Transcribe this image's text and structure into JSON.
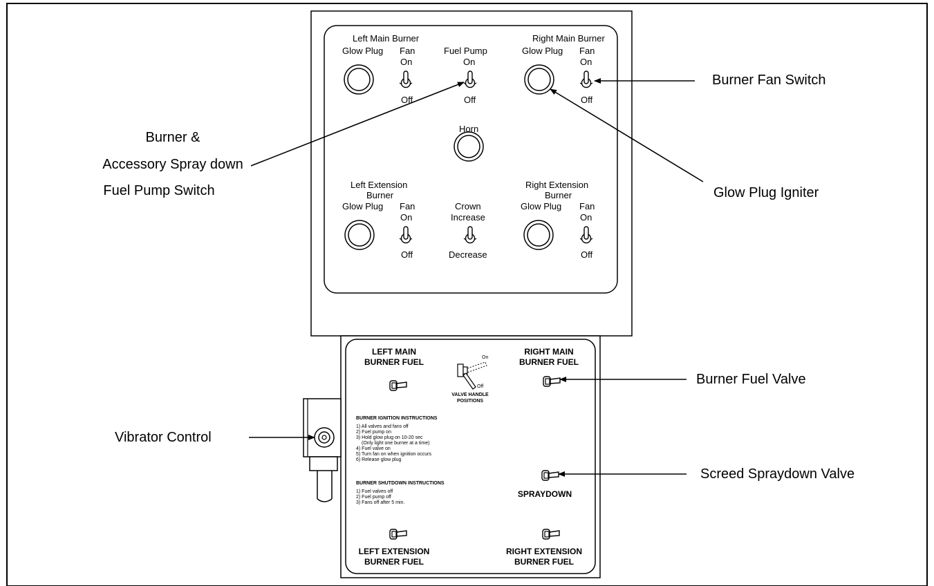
{
  "upper_panel": {
    "left_main": {
      "title": "Left Main Burner",
      "glow_plug": "Glow Plug",
      "fan": "Fan",
      "on": "On",
      "off": "Off"
    },
    "fuel_pump": {
      "title": "Fuel Pump",
      "on": "On",
      "off": "Off"
    },
    "right_main": {
      "title": "Right Main Burner",
      "glow_plug": "Glow Plug",
      "fan": "Fan",
      "on": "On",
      "off": "Off"
    },
    "horn": {
      "label": "Horn"
    },
    "left_ext": {
      "title_line1": "Left Extension",
      "title_line2": "Burner",
      "glow_plug": "Glow Plug",
      "fan": "Fan",
      "on": "On",
      "off": "Off"
    },
    "crown": {
      "title": "Crown",
      "increase": "Increase",
      "decrease": "Decrease"
    },
    "right_ext": {
      "title_line1": "Right Extension",
      "title_line2": "Burner",
      "glow_plug": "Glow Plug",
      "fan": "Fan",
      "on": "On",
      "off": "Off"
    }
  },
  "lower_panel": {
    "left_main_fuel": {
      "line1": "LEFT MAIN",
      "line2": "BURNER FUEL"
    },
    "right_main_fuel": {
      "line1": "RIGHT MAIN",
      "line2": "BURNER FUEL"
    },
    "valve_legend": {
      "on": "On",
      "off": "Off",
      "line1": "VALVE HANDLE",
      "line2": "POSITIONS"
    },
    "ignition": {
      "title": "BURNER IGNITION INSTRUCTIONS",
      "steps": [
        "1) All valves and fans off",
        "2) Fuel pump on",
        "3) Hold glow plug on 10-20 sec",
        "(Only light one burner at a time)",
        "4) Fuel valve on",
        "5) Turn fan on when ignition occurs",
        "6) Release glow plug"
      ]
    },
    "shutdown": {
      "title": "BURNER SHUTDOWN INSTRUCTIONS",
      "steps": [
        "1) Fuel valves off",
        "2) Fuel pump off",
        "3) Fans off after 5 min."
      ]
    },
    "spraydown": {
      "label": "SPRAYDOWN"
    },
    "left_ext_fuel": {
      "line1": "LEFT EXTENSION",
      "line2": "BURNER FUEL"
    },
    "right_ext_fuel": {
      "line1": "RIGHT EXTENSION",
      "line2": "BURNER FUEL"
    }
  },
  "callouts": {
    "burner_fan_switch": "Burner Fan Switch",
    "fuel_pump_switch": [
      "Burner &",
      "Accessory Spray down",
      "Fuel Pump Switch"
    ],
    "glow_plug_igniter": "Glow Plug Igniter",
    "burner_fuel_valve": "Burner Fuel Valve",
    "vibrator_control": "Vibrator Control",
    "screed_spraydown_valve": "Screed Spraydown Valve"
  }
}
